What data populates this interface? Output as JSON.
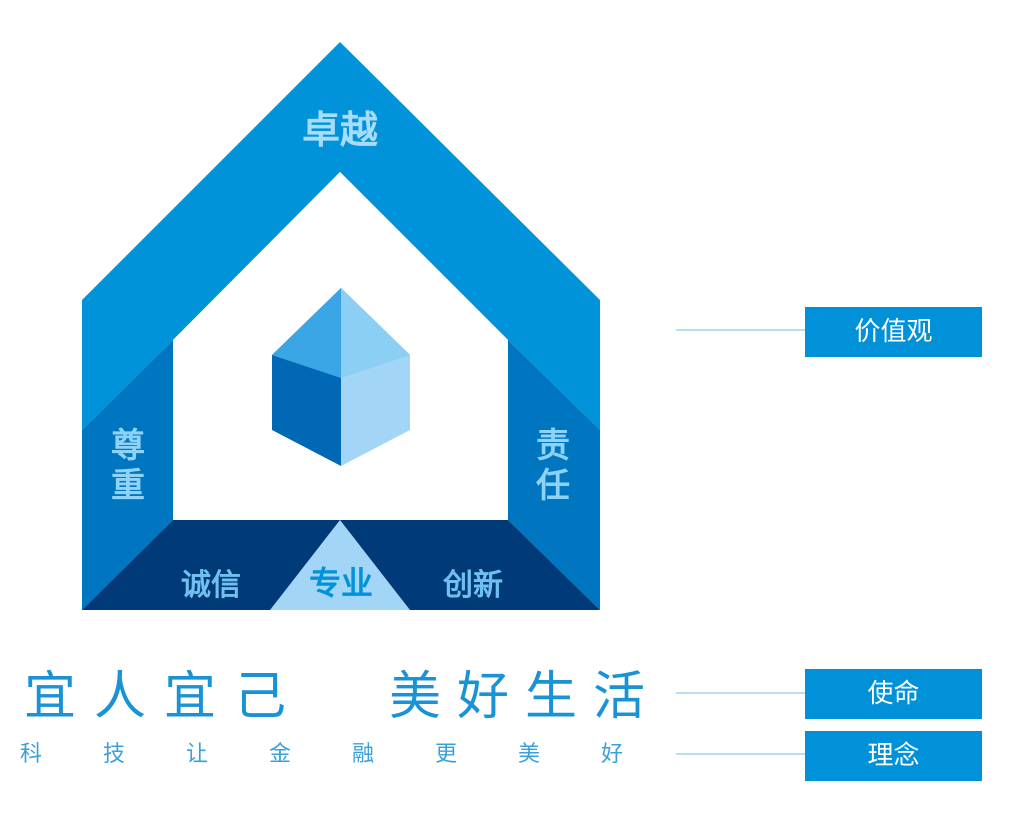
{
  "house": {
    "roof": "卓越",
    "left_wall": [
      "尊",
      "重"
    ],
    "right_wall": [
      "责",
      "任"
    ],
    "base_left": "诚信",
    "base_center": "专业",
    "base_right": "创新"
  },
  "slogan": {
    "left": "宜人宜己",
    "right": "美好生活",
    "subtitle": "科技让金融更美好"
  },
  "labels": {
    "values": "价值观",
    "mission": "使命",
    "philosophy": "理念"
  },
  "colors": {
    "primary_blue": "#0091d9",
    "dark_blue": "#003a78",
    "mid_blue": "#0076c0",
    "light_blue": "#a3d5f6",
    "text_light_blue": "#1a93d6"
  }
}
